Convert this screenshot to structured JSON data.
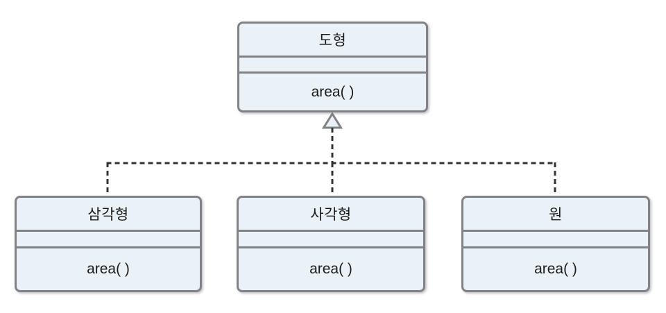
{
  "diagram": {
    "type": "uml-class-diagram",
    "relationship": "realization",
    "relationship_arrow": "hollow-triangle-dashed",
    "background_color": "#ffffff",
    "box_fill_color": "#eaf2f8",
    "box_border_color": "#808285",
    "connector_color": "#333333",
    "text_color": "#1b1b1b"
  },
  "superclass": {
    "name": "도형",
    "attributes": "",
    "method": "area( )"
  },
  "subclasses": [
    {
      "name": "삼각형",
      "attributes": "",
      "method": "area( )"
    },
    {
      "name": "사각형",
      "attributes": "",
      "method": "area( )"
    },
    {
      "name": "원",
      "attributes": "",
      "method": "area( )"
    }
  ]
}
